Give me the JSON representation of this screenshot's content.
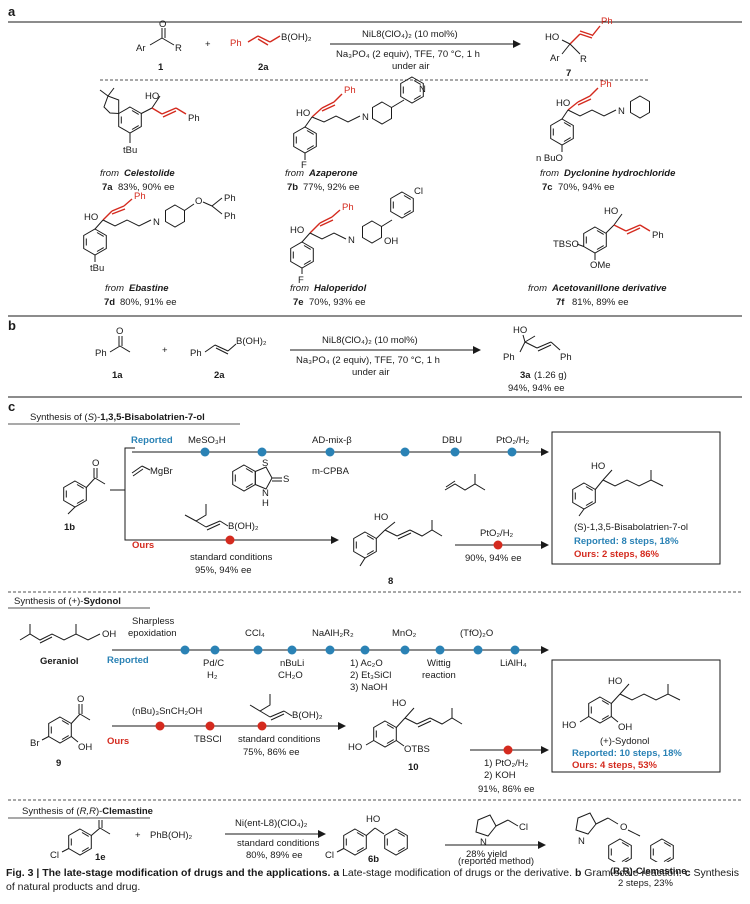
{
  "panel_a": {
    "label": "a",
    "reagent1": "Ar",
    "reagent1_R": "R",
    "num1": "1",
    "plus": "+",
    "reagent2_ph": "Ph",
    "reagent2_b": "B(OH)₂",
    "num2": "2a",
    "cond1": "NiL8(ClO₄)₂ (10 mol%)",
    "cond2": "Na₃PO₄ (2 equiv), TFE, 70 °C, 1 h",
    "cond3": "under air",
    "prod_ho": "HO",
    "prod_ar": "Ar",
    "prod_r": "R",
    "prod_ph": "Ph",
    "num7": "7",
    "products": [
      {
        "from": "from",
        "drug": "Celestolide",
        "id": "7a",
        "yield": "83%, 90% ee"
      },
      {
        "from": "from",
        "drug": "Azaperone",
        "id": "7b",
        "yield": "77%, 92% ee"
      },
      {
        "from": "from",
        "drug": "Dyclonine hydrochloride",
        "id": "7c",
        "yield": "70%, 94% ee"
      },
      {
        "from": "from",
        "drug": "Ebastine",
        "id": "7d",
        "yield": "80%, 91% ee"
      },
      {
        "from": "from",
        "drug": "Haloperidol",
        "id": "7e",
        "yield": "70%, 93% ee"
      },
      {
        "from": "from",
        "drug": "Acetovanillone derivative",
        "id": "7f",
        "yield": "81%, 89% ee"
      }
    ],
    "labels": {
      "tbu": "tBu",
      "f": "F",
      "nbuo": "n BuO",
      "ph": "Ph",
      "o": "O",
      "n": "N",
      "ho": "HO",
      "oh": "OH",
      "cl": "Cl",
      "tbso": "TBSO",
      "ome": "OMe"
    }
  },
  "panel_b": {
    "label": "b",
    "ph": "Ph",
    "o": "O",
    "b": "B(OH)₂",
    "num1a": "1a",
    "num2a": "2a",
    "plus": "+",
    "cond1": "NiL8(ClO₄)₂ (10 mol%)",
    "cond2": "Na₃PO₄ (2 equiv), TFE, 70 °C, 1 h",
    "cond3": "under air",
    "ho": "HO",
    "prod": "3a",
    "mass": "(1.26 g)",
    "yield": "94%, 94% ee"
  },
  "panel_c": {
    "label": "c",
    "s1": {
      "title_pre": "Synthesis of (",
      "title_s": "S",
      "title_mid": ")-",
      "title_b": "1,3,5-Bisabolatrien-7-ol",
      "reported": "Reported",
      "ours": "Ours",
      "steps_top": [
        "MeSO₃H",
        "AD-mix-β",
        "DBU",
        "PtO₂/H₂"
      ],
      "steps_bottom": [
        "MgBr",
        "m-CPBA"
      ],
      "s_letter": "S",
      "nh": "N",
      "h": "H",
      "num1b": "1b",
      "o": "O",
      "b": "B(OH)₂",
      "std": "standard conditions",
      "std_yield": "95%, 94% ee",
      "num8": "8",
      "ho": "HO",
      "pto2": "PtO₂/H₂",
      "pt_yield": "90%, 94% ee",
      "box_name": "(S)-1,3,5-Bisabolatrien-7-ol",
      "box_rep": "Reported: 8 steps, 18%",
      "box_ours": "Ours:     2 steps, 86%"
    },
    "s2": {
      "title_pre": "Synthesis of (+)-",
      "title_b": "Sydonol",
      "reported": "Reported",
      "ours": "Ours",
      "geraniol": "Geraniol",
      "oh": "OH",
      "top": [
        "Sharpless",
        "epoxidation",
        "CCl₄",
        "NaAlH₂R₂",
        "MnO₂",
        "(TfO)₂O"
      ],
      "bottom": [
        "Pd/C",
        "H₂",
        "nBuLi",
        "CH₂O",
        "1) Ac₂O",
        "2) Et₃SiCl",
        "3) NaOH",
        "Wittig",
        "reaction",
        "LiAlH₄"
      ],
      "br": "Br",
      "o": "O",
      "num9": "9",
      "reag": "(nBu)₃SnCH₂OH",
      "tbscl": "TBSCl",
      "b": "B(OH)₂",
      "std": "standard conditions",
      "std_yield": "75%, 86% ee",
      "ho": "HO",
      "otbs": "OTBS",
      "num10": "10",
      "dep1": "1) PtO₂/H₂",
      "dep2": "2) KOH",
      "dep_yield": "91%, 86% ee",
      "box_name": "(+)-Sydonol",
      "box_rep": "Reported: 10 steps, 18%",
      "box_ours": "Ours:       4 steps, 53%"
    },
    "s3": {
      "title_pre": "Synthesis of (",
      "title_rr": "R,R",
      "title_mid": ")-",
      "title_b": "Clemastine",
      "cl": "Cl",
      "o": "O",
      "num1e": "1e",
      "plus": "+",
      "phb": "PhB(OH)₂",
      "cond1": "Ni(ent-L8)(ClO₄)₂",
      "cond2": "standard conditions",
      "cond_yield": "80%, 89% ee",
      "ho": "HO",
      "num6b": "6b",
      "n": "N",
      "cl2": "Cl",
      "ryield": "28% yield",
      "rmethod": "(reported method)",
      "pname": "(R,R)-Clemastine",
      "psteps": "2 steps, 23%"
    }
  },
  "caption": {
    "fig": "Fig. 3 | The late-stage modification of drugs and the applications.",
    "a": "a",
    "a_text": " Late-stage modification of drugs or the derivative.",
    "b": "b",
    "b_text": " Gram-scale reaction.",
    "c": "c",
    "c_text": " Synthesis of natural products and drug."
  },
  "colors": {
    "red": "#d42a1e",
    "blue": "#2a82b5",
    "black": "#1a1a1a"
  }
}
